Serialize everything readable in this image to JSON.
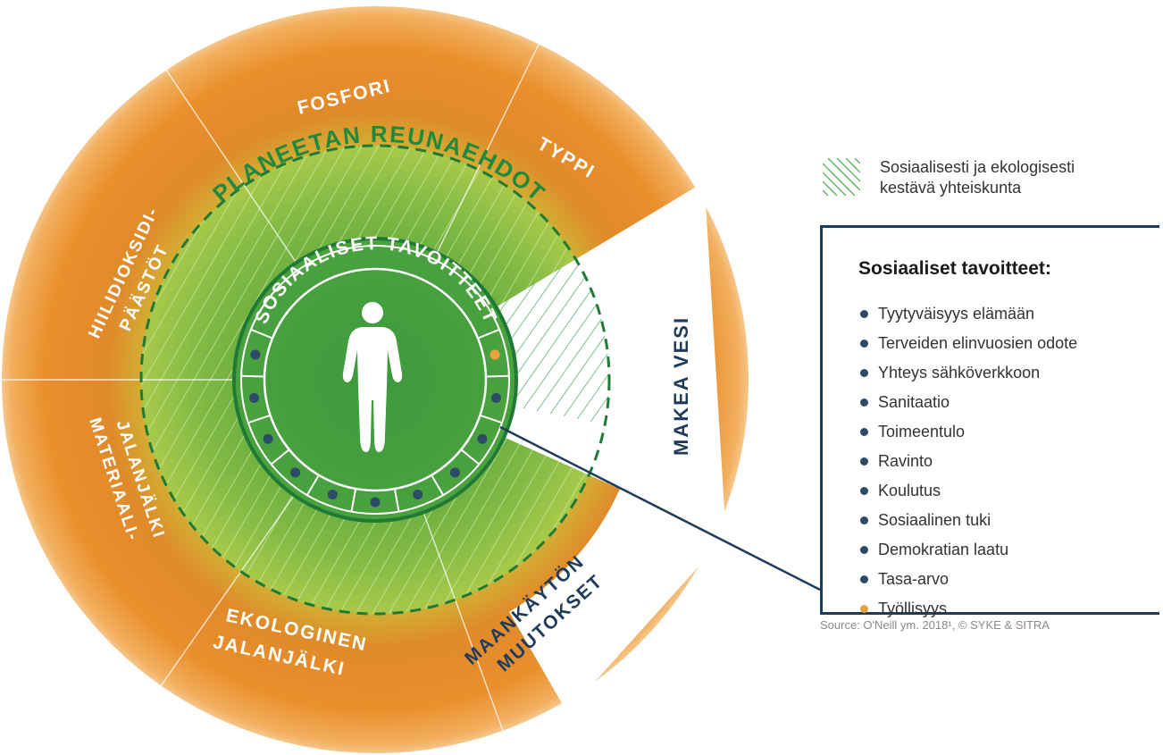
{
  "colors": {
    "orange_outer": "#f0ba50",
    "orange_mid": "#e8902d",
    "orange_deep": "#e07020",
    "green_light": "#a9cf58",
    "green_mid": "#79b844",
    "green_dark": "#2e8a3a",
    "navy": "#1f3b5b",
    "dot_navy": "#2d4a66",
    "dot_orange": "#e8a33c"
  },
  "planetary": {
    "ring_label": "PLANEETAN REUNAEHDOT",
    "segments": [
      {
        "key": "fosfori",
        "lines": [
          "FOSFORI"
        ]
      },
      {
        "key": "typpi",
        "lines": [
          "TYPPI"
        ]
      },
      {
        "key": "makea-vesi",
        "lines": [
          "MAKEA VESI"
        ]
      },
      {
        "key": "maankaytto",
        "lines": [
          "MAANKÄYTÖN",
          "MUUTOKSET"
        ]
      },
      {
        "key": "ekologinen",
        "lines": [
          "EKOLOGINEN",
          "JALANJÄLKI"
        ]
      },
      {
        "key": "materiaali",
        "lines": [
          "MATERIAALI-",
          "JALANJÄLKI"
        ]
      },
      {
        "key": "hiilidioksidi",
        "lines": [
          "HIILIDIOKSIDI-",
          "PÄÄSTÖT"
        ]
      }
    ]
  },
  "social": {
    "ring_label": "SOSIAALISET TAVOITTEET",
    "person_icon": "human-figure-icon",
    "dot_icon": "goal-dot-icon"
  },
  "legend": {
    "swatch_icon": "hatched-swatch-icon",
    "text_lines": [
      "Sosiaalisesti ja ekologisesti",
      "kestävä yhteiskunta"
    ]
  },
  "goals": {
    "title": "Sosiaaliset tavoitteet:",
    "items": [
      {
        "label": "Tyytyväisyys elämään",
        "color": "#2d4a66"
      },
      {
        "label": "Terveiden elinvuosien odote",
        "color": "#2d4a66"
      },
      {
        "label": "Yhteys sähköverkkoon",
        "color": "#2d4a66"
      },
      {
        "label": "Sanitaatio",
        "color": "#2d4a66"
      },
      {
        "label": "Toimeentulo",
        "color": "#2d4a66"
      },
      {
        "label": "Ravinto",
        "color": "#2d4a66"
      },
      {
        "label": "Koulutus",
        "color": "#2d4a66"
      },
      {
        "label": "Sosiaalinen tuki",
        "color": "#2d4a66"
      },
      {
        "label": "Demokratian laatu",
        "color": "#2d4a66"
      },
      {
        "label": "Tasa-arvo",
        "color": "#2d4a66"
      },
      {
        "label": "Työllisyys",
        "color": "#e8a33c"
      }
    ]
  },
  "source": "Source: O'Neill ym. 2018¹, © SYKE & SITRA"
}
